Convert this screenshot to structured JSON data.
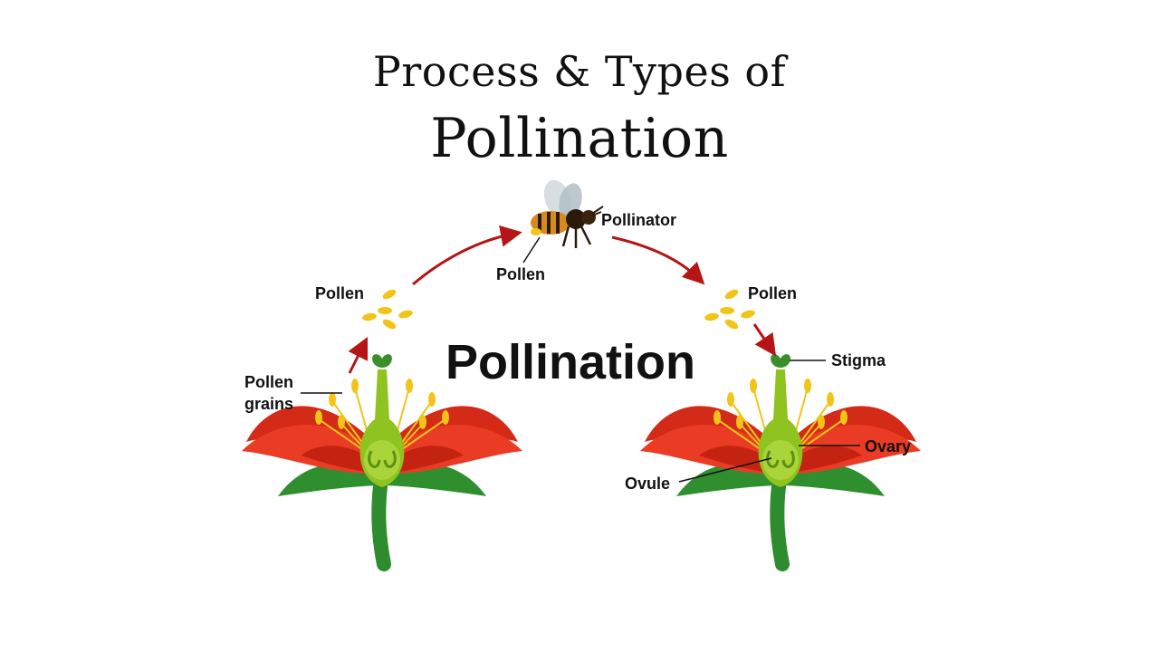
{
  "title": {
    "line1": "Process & Types of",
    "line2": "Pollination"
  },
  "center_label": "Pollination",
  "labels": {
    "pollinator": "Pollinator",
    "pollen_bee": "Pollen",
    "pollen_left": "Pollen",
    "pollen_right": "Pollen",
    "pollen_grains_1": "Pollen",
    "pollen_grains_2": "grains",
    "stigma": "Stigma",
    "ovary": "Ovary",
    "ovule": "Ovule"
  },
  "colors": {
    "petal": "#e0301e",
    "petal_dark": "#b51f12",
    "leaf": "#2e8b2e",
    "pistil": "#8fc31f",
    "pollen": "#f2c418",
    "arrow": "#b51515"
  }
}
